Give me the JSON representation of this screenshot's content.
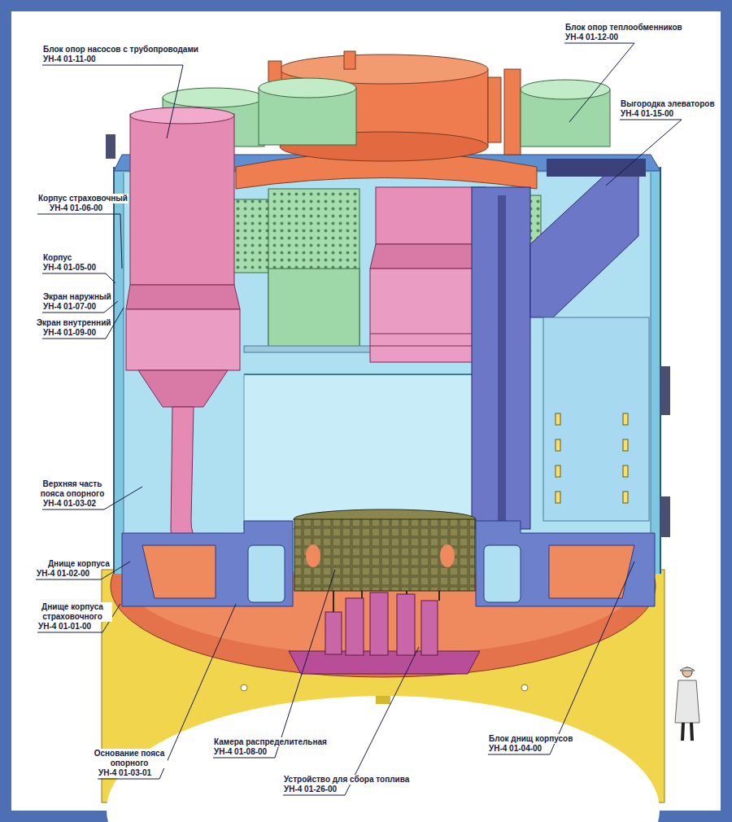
{
  "diagram": {
    "labels": [
      "Блок опор насосов с трубопроводами",
      "УН-4 01-11-00",
      "Блок опор теплообменников",
      "УН-4 01-12-00",
      "Выгородка элеваторов",
      "УН-4 01-15-00",
      "Корпус страховочный",
      "УН-4 01-06-00",
      "Корпус",
      "УН-4 01-05-00",
      "Экран наружный",
      "УН-4 01-07-00",
      "Экран внутренний",
      "УН-4 01-09-00",
      "Верхняя часть пояса опорного",
      "УН-4 01-03-02",
      "Днище корпуса",
      "УН-4 01-02-00",
      "Днище корпуса страховочного",
      "УН-4 01-01-00",
      "Основание пояса опорного",
      "УН-4 01-03-01",
      "Камера распределительная",
      "УН-4 01-08-00",
      "Устройство для сбора топлива",
      "УН-4 01-26-00",
      "Блок днищ корпусов",
      "УН-4 01-04-00"
    ]
  }
}
